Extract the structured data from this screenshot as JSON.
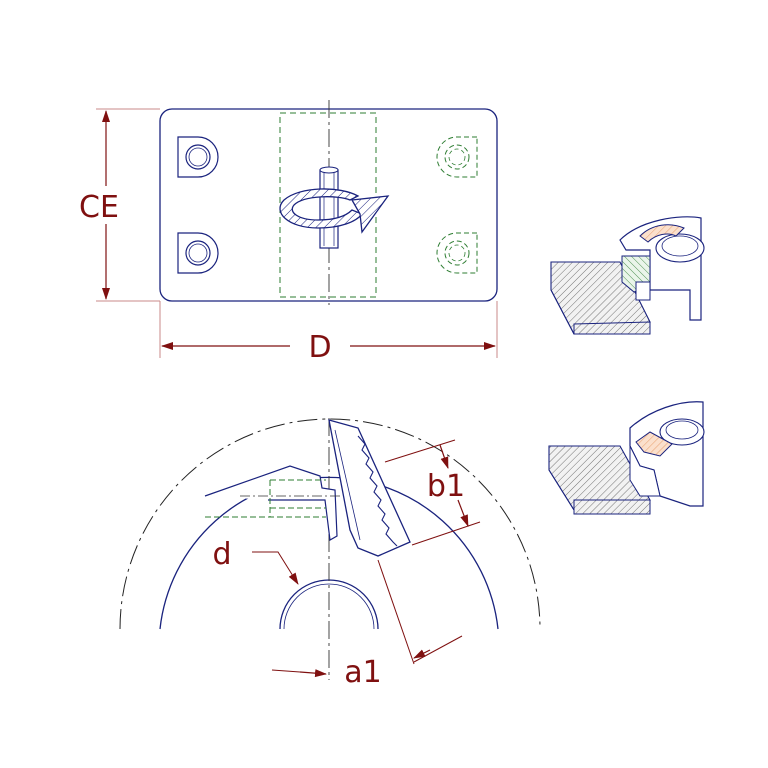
{
  "labels": {
    "overall_height": "CE",
    "overall_width": "D",
    "bore_diameter": "d",
    "hook_angle": "a1",
    "tooth_height": "b1"
  },
  "colors": {
    "outline": "#1a237e",
    "center_line": "#333333",
    "hidden_line": "#2e7d32",
    "dimension": "#7f1010",
    "extension": "#c98a8a",
    "hatch": "#555555",
    "insert": "#e8a070",
    "background": "#ffffff"
  },
  "icons": {
    "rotation": "rotation-direction-arrow-icon"
  }
}
